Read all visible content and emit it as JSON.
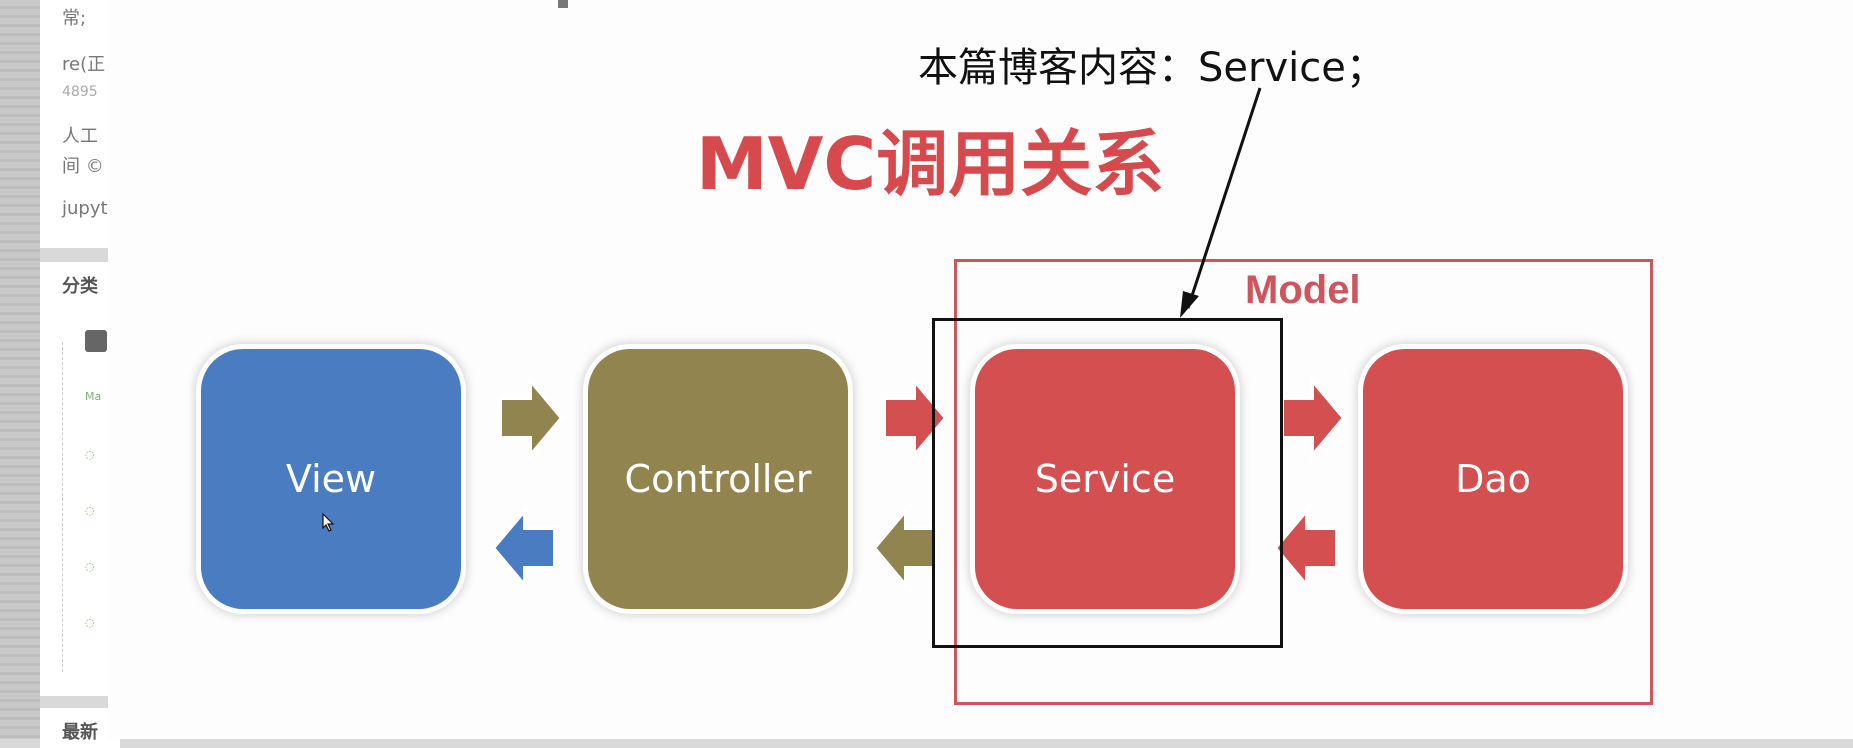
{
  "sidebar": {
    "lines": [
      "常;",
      "re(正",
      "4895",
      "人工",
      "间 ©",
      "jupyte"
    ],
    "section_heading": "分类",
    "bottom_heading": "最新"
  },
  "slide": {
    "annotation": "本篇博客内容：Service；",
    "title": "MVC调用关系",
    "group_label": "Model",
    "nodes": [
      "View",
      "Controller",
      "Service",
      "Dao"
    ]
  },
  "colors": {
    "view": "#4a7cc1",
    "controller": "#92844f",
    "service": "#d34f50",
    "dao": "#d34f50",
    "title": "#d64a4d",
    "model_border": "#d0545b"
  }
}
